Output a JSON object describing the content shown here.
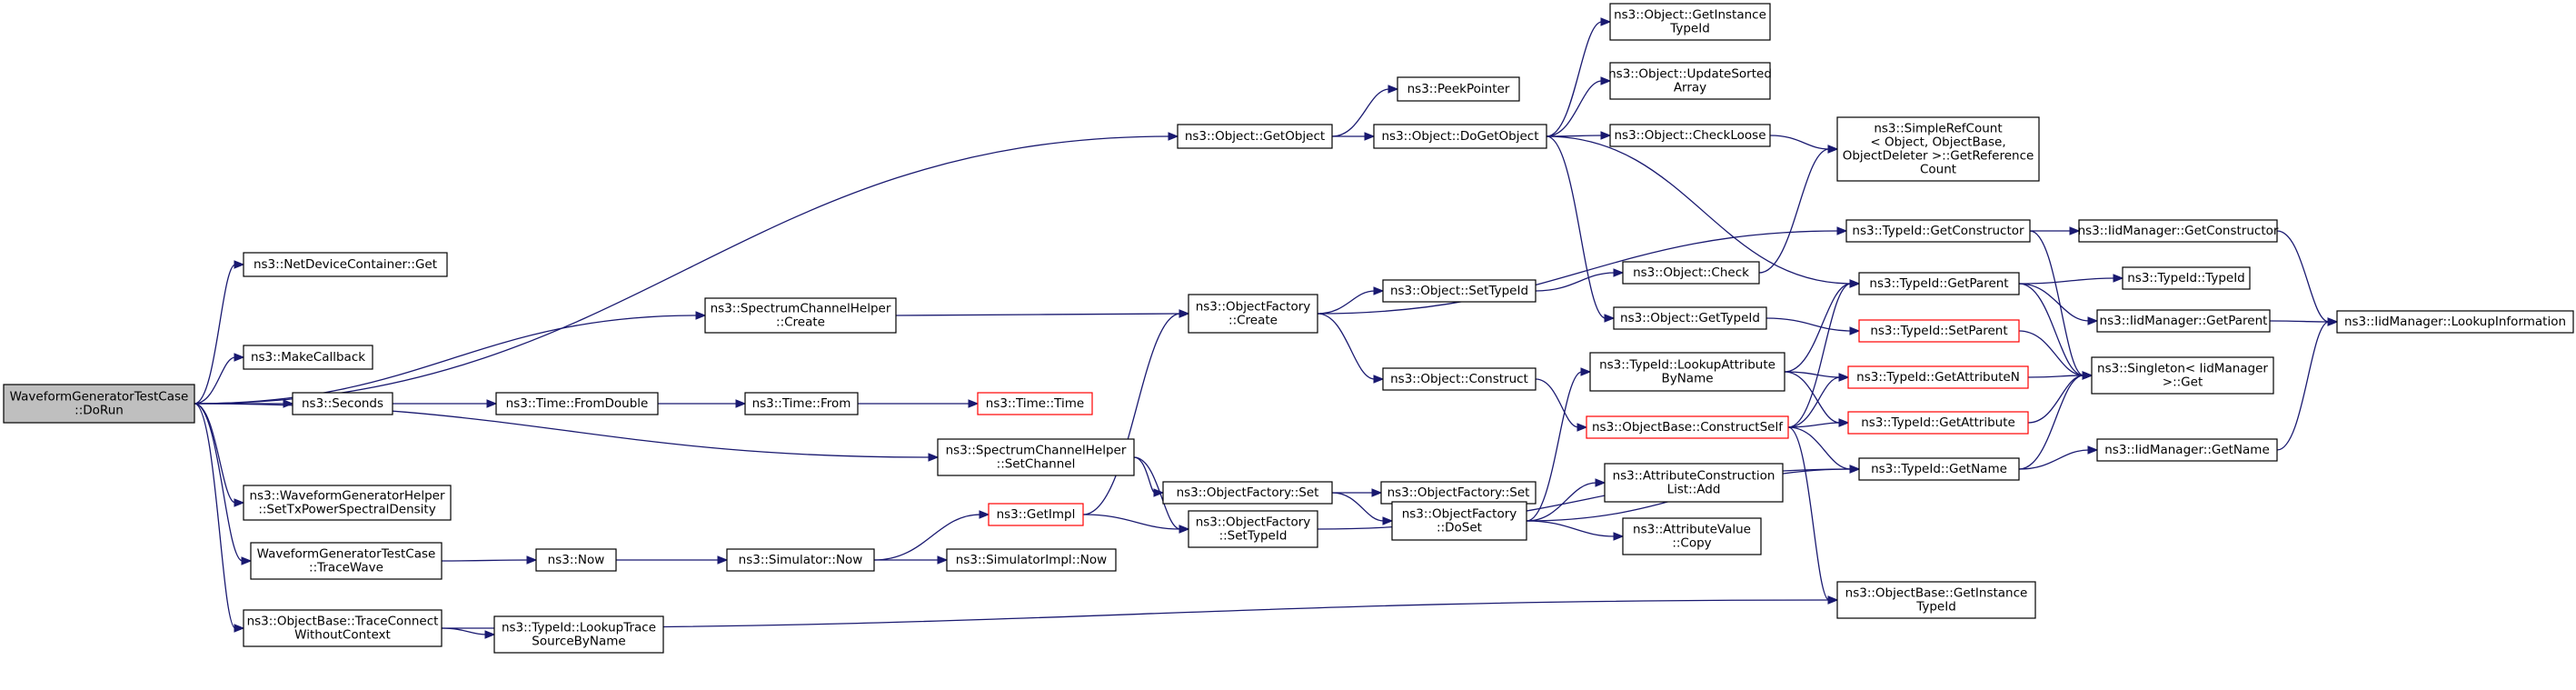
{
  "nodes": [
    {
      "id": "root",
      "lines": [
        "WaveformGeneratorTestCase",
        "::DoRun"
      ],
      "style": "root"
    },
    {
      "id": "ndc_get",
      "lines": [
        "ns3::NetDeviceContainer::Get"
      ]
    },
    {
      "id": "sch_create",
      "lines": [
        "ns3::SpectrumChannelHelper",
        "::Create"
      ]
    },
    {
      "id": "makecallback",
      "lines": [
        "ns3::MakeCallback"
      ]
    },
    {
      "id": "seconds",
      "lines": [
        "ns3::Seconds"
      ]
    },
    {
      "id": "sch_setchannel",
      "lines": [
        "ns3::SpectrumChannelHelper",
        "::SetChannel"
      ]
    },
    {
      "id": "wgh_settx",
      "lines": [
        "ns3::WaveformGeneratorHelper",
        "::SetTxPowerSpectralDensity"
      ]
    },
    {
      "id": "wgtc_tracewave",
      "lines": [
        "WaveformGeneratorTestCase",
        "::TraceWave"
      ]
    },
    {
      "id": "ob_traceconnect",
      "lines": [
        "ns3::ObjectBase::TraceConnect",
        "WithoutContext"
      ]
    },
    {
      "id": "obj_getobject",
      "lines": [
        "ns3::Object::GetObject"
      ]
    },
    {
      "id": "time_fromdouble",
      "lines": [
        "ns3::Time::FromDouble"
      ]
    },
    {
      "id": "time_from",
      "lines": [
        "ns3::Time::From"
      ]
    },
    {
      "id": "time_time",
      "lines": [
        "ns3::Time::Time"
      ],
      "style": "red"
    },
    {
      "id": "peekpointer",
      "lines": [
        "ns3::PeekPointer"
      ]
    },
    {
      "id": "obj_dogetobject",
      "lines": [
        "ns3::Object::DoGetObject"
      ]
    },
    {
      "id": "of_create",
      "lines": [
        "ns3::ObjectFactory",
        "::Create"
      ]
    },
    {
      "id": "of_set1",
      "lines": [
        "ns3::ObjectFactory::Set"
      ]
    },
    {
      "id": "of_settypeid",
      "lines": [
        "ns3::ObjectFactory",
        "::SetTypeId"
      ]
    },
    {
      "id": "getimpl",
      "lines": [
        "ns3::GetImpl"
      ],
      "style": "red"
    },
    {
      "id": "now",
      "lines": [
        "ns3::Now"
      ]
    },
    {
      "id": "sim_now",
      "lines": [
        "ns3::Simulator::Now"
      ]
    },
    {
      "id": "simimpl_now",
      "lines": [
        "ns3::SimulatorImpl::Now"
      ]
    },
    {
      "id": "tid_lookuptrace",
      "lines": [
        "ns3::TypeId::LookupTrace",
        "SourceByName"
      ]
    },
    {
      "id": "obj_settypeid",
      "lines": [
        "ns3::Object::SetTypeId"
      ]
    },
    {
      "id": "obj_construct",
      "lines": [
        "ns3::Object::Construct"
      ]
    },
    {
      "id": "of_set2",
      "lines": [
        "ns3::ObjectFactory::Set"
      ]
    },
    {
      "id": "of_doset",
      "lines": [
        "ns3::ObjectFactory",
        "::DoSet"
      ]
    },
    {
      "id": "obj_getinstancetypeid",
      "lines": [
        "ns3::Object::GetInstance",
        "TypeId"
      ]
    },
    {
      "id": "obj_updatesorted",
      "lines": [
        "ns3::Object::UpdateSorted",
        "Array"
      ]
    },
    {
      "id": "obj_checkloose",
      "lines": [
        "ns3::Object::CheckLoose"
      ]
    },
    {
      "id": "obj_check",
      "lines": [
        "ns3::Object::Check"
      ]
    },
    {
      "id": "obj_gettypeid",
      "lines": [
        "ns3::Object::GetTypeId"
      ]
    },
    {
      "id": "tid_lookupattr",
      "lines": [
        "ns3::TypeId::LookupAttribute",
        "ByName"
      ]
    },
    {
      "id": "ob_constructself",
      "lines": [
        "ns3::ObjectBase::ConstructSelf"
      ],
      "style": "red"
    },
    {
      "id": "attrconstr_add",
      "lines": [
        "ns3::AttributeConstruction",
        "List::Add"
      ]
    },
    {
      "id": "attrval_copy",
      "lines": [
        "ns3::AttributeValue",
        "::Copy"
      ]
    },
    {
      "id": "ob_getinstancetypeid",
      "lines": [
        "ns3::ObjectBase::GetInstance",
        "TypeId"
      ]
    },
    {
      "id": "simplerefcount",
      "lines": [
        "ns3::SimpleRefCount",
        "< Object, ObjectBase,",
        "ObjectDeleter >::GetReference",
        "Count"
      ]
    },
    {
      "id": "tid_getconstructor",
      "lines": [
        "ns3::TypeId::GetConstructor"
      ]
    },
    {
      "id": "tid_getparent",
      "lines": [
        "ns3::TypeId::GetParent"
      ]
    },
    {
      "id": "tid_setparent",
      "lines": [
        "ns3::TypeId::SetParent"
      ],
      "style": "red"
    },
    {
      "id": "tid_getattributen",
      "lines": [
        "ns3::TypeId::GetAttributeN"
      ],
      "style": "red"
    },
    {
      "id": "tid_getattribute",
      "lines": [
        "ns3::TypeId::GetAttribute"
      ],
      "style": "red"
    },
    {
      "id": "tid_getname",
      "lines": [
        "ns3::TypeId::GetName"
      ]
    },
    {
      "id": "iid_getconstructor",
      "lines": [
        "ns3::IidManager::GetConstructor"
      ]
    },
    {
      "id": "tid_typeid",
      "lines": [
        "ns3::TypeId::TypeId"
      ]
    },
    {
      "id": "iid_getparent",
      "lines": [
        "ns3::IidManager::GetParent"
      ]
    },
    {
      "id": "singleton_get",
      "lines": [
        "ns3::Singleton< IidManager",
        ">::Get"
      ]
    },
    {
      "id": "iid_getname",
      "lines": [
        "ns3::IidManager::GetName"
      ]
    },
    {
      "id": "iid_lookupinfo",
      "lines": [
        "ns3::IidManager::LookupInformation"
      ]
    }
  ],
  "edges": [
    [
      "root",
      "obj_getobject"
    ],
    [
      "root",
      "ndc_get"
    ],
    [
      "root",
      "sch_create"
    ],
    [
      "root",
      "makecallback"
    ],
    [
      "root",
      "seconds"
    ],
    [
      "root",
      "sch_setchannel"
    ],
    [
      "root",
      "wgh_settx"
    ],
    [
      "root",
      "wgtc_tracewave"
    ],
    [
      "root",
      "ob_traceconnect"
    ],
    [
      "obj_getobject",
      "peekpointer"
    ],
    [
      "obj_getobject",
      "obj_dogetobject"
    ],
    [
      "obj_dogetobject",
      "obj_getinstancetypeid"
    ],
    [
      "obj_dogetobject",
      "obj_updatesorted"
    ],
    [
      "obj_dogetobject",
      "obj_checkloose"
    ],
    [
      "obj_dogetobject",
      "tid_getparent"
    ],
    [
      "obj_dogetobject",
      "obj_gettypeid"
    ],
    [
      "obj_checkloose",
      "simplerefcount"
    ],
    [
      "obj_check",
      "simplerefcount"
    ],
    [
      "sch_create",
      "of_create"
    ],
    [
      "of_create",
      "tid_getconstructor"
    ],
    [
      "of_create",
      "obj_settypeid"
    ],
    [
      "of_create",
      "obj_construct"
    ],
    [
      "obj_settypeid",
      "obj_check"
    ],
    [
      "obj_construct",
      "ob_constructself"
    ],
    [
      "obj_gettypeid",
      "tid_setparent"
    ],
    [
      "seconds",
      "time_fromdouble"
    ],
    [
      "time_fromdouble",
      "time_from"
    ],
    [
      "time_from",
      "time_time"
    ],
    [
      "sch_setchannel",
      "of_set1"
    ],
    [
      "sch_setchannel",
      "of_settypeid"
    ],
    [
      "of_set1",
      "of_set2"
    ],
    [
      "of_set1",
      "of_doset"
    ],
    [
      "of_doset",
      "tid_lookupattr"
    ],
    [
      "of_doset",
      "attrconstr_add"
    ],
    [
      "of_doset",
      "attrval_copy"
    ],
    [
      "of_doset",
      "tid_getname"
    ],
    [
      "tid_lookupattr",
      "tid_getparent"
    ],
    [
      "tid_lookupattr",
      "tid_getattributen"
    ],
    [
      "tid_lookupattr",
      "tid_getattribute"
    ],
    [
      "ob_constructself",
      "tid_getparent"
    ],
    [
      "ob_constructself",
      "tid_getattributen"
    ],
    [
      "ob_constructself",
      "tid_getattribute"
    ],
    [
      "ob_constructself",
      "tid_getname"
    ],
    [
      "ob_constructself",
      "ob_getinstancetypeid"
    ],
    [
      "wgtc_tracewave",
      "now"
    ],
    [
      "now",
      "sim_now"
    ],
    [
      "sim_now",
      "getimpl"
    ],
    [
      "sim_now",
      "simimpl_now"
    ],
    [
      "getimpl",
      "of_create"
    ],
    [
      "getimpl",
      "of_settypeid"
    ],
    [
      "of_settypeid",
      "tid_getname"
    ],
    [
      "ob_traceconnect",
      "tid_lookuptrace"
    ],
    [
      "ob_traceconnect",
      "ob_getinstancetypeid"
    ],
    [
      "tid_getconstructor",
      "iid_getconstructor"
    ],
    [
      "tid_getconstructor",
      "singleton_get"
    ],
    [
      "tid_getparent",
      "tid_typeid"
    ],
    [
      "tid_getparent",
      "iid_getparent"
    ],
    [
      "tid_getparent",
      "singleton_get"
    ],
    [
      "tid_setparent",
      "singleton_get"
    ],
    [
      "tid_getattributen",
      "singleton_get"
    ],
    [
      "tid_getattribute",
      "singleton_get"
    ],
    [
      "tid_getname",
      "singleton_get"
    ],
    [
      "tid_getname",
      "iid_getname"
    ],
    [
      "iid_getconstructor",
      "iid_lookupinfo"
    ],
    [
      "iid_getparent",
      "iid_lookupinfo"
    ],
    [
      "iid_getname",
      "iid_lookupinfo"
    ]
  ]
}
